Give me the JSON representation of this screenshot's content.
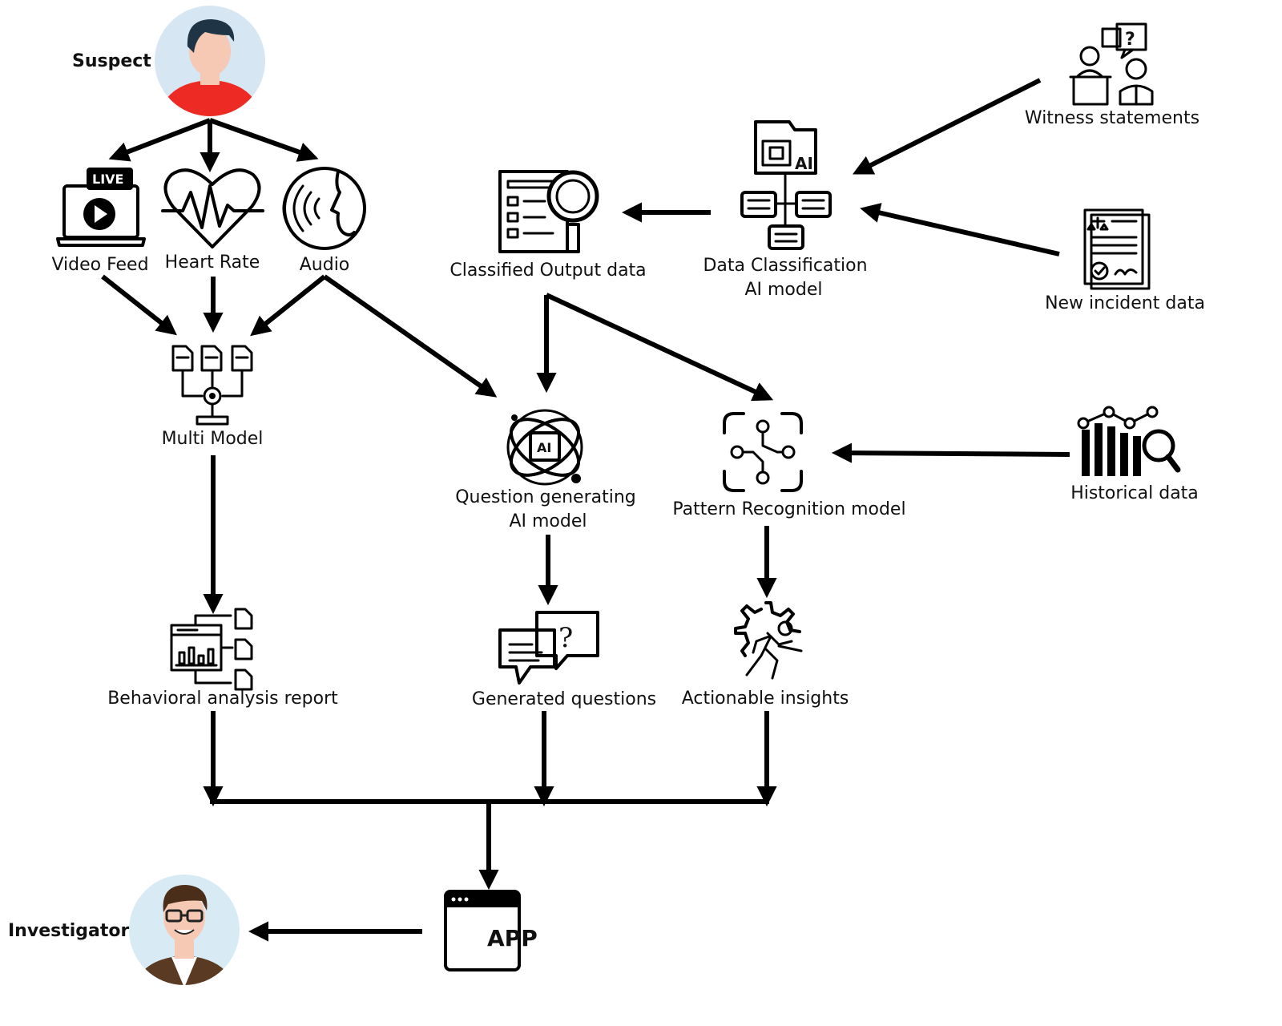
{
  "nodes": {
    "suspect": {
      "label": "Suspect"
    },
    "video_feed": {
      "label": "Video Feed",
      "badge": "LIVE"
    },
    "heart_rate": {
      "label": "Heart Rate"
    },
    "audio": {
      "label": "Audio"
    },
    "multi_model": {
      "label": "Multi Model"
    },
    "classified_output": {
      "label": "Classified Output data"
    },
    "data_classification": {
      "label_line1": "Data Classification",
      "label_line2": "AI model",
      "icon_text": "AI"
    },
    "witness_statements": {
      "label": "Witness statements",
      "icon_text": "?"
    },
    "new_incident": {
      "label": "New incident data"
    },
    "question_ai": {
      "label_line1": "Question generating",
      "label_line2": "AI model",
      "icon_text": "AI"
    },
    "pattern_recognition": {
      "label": "Pattern Recognition model"
    },
    "historical_data": {
      "label": "Historical data"
    },
    "behavioral_report": {
      "label": "Behavioral analysis report"
    },
    "generated_questions": {
      "label": "Generated questions",
      "icon_text": "?"
    },
    "actionable_insights": {
      "label": "Actionable insights"
    },
    "app": {
      "label": "APP"
    },
    "investigator": {
      "label": "Investigator"
    }
  },
  "colors": {
    "stroke": "#000000",
    "suspect_bg": "#d6e6f2",
    "suspect_shirt": "#ee2a24",
    "skin": "#f5c9b3",
    "hair": "#1f3545",
    "investigator_bg": "#d8ebf5",
    "investigator_jacket": "#5a3a22"
  }
}
